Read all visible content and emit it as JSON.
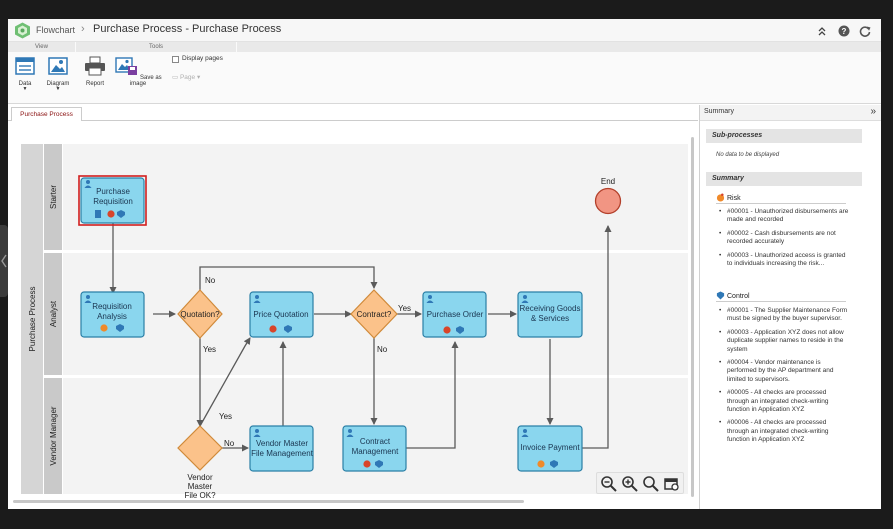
{
  "app": {
    "name": "Flowchart",
    "title": "Purchase Process - Purchase Process"
  },
  "ribbon": {
    "group_view": "View",
    "group_tools": "Tools",
    "data_label": "Data",
    "diagram_label": "Diagram",
    "report_label": "Report",
    "save_image_label": "Save as image",
    "display_pages_label": "Display pages",
    "display_pages_checked": false,
    "page_label": "Page"
  },
  "tabs": [
    "Purchase Process"
  ],
  "diagram": {
    "pool": "Purchase Process",
    "lanes": [
      "Starter",
      "Analyst",
      "Vendor Manager"
    ],
    "nodes": {
      "purchase_requisition": [
        "Purchase",
        "Requisition"
      ],
      "requisition_analysis": [
        "Requisition",
        "Analysis"
      ],
      "quotation": "Quotation?",
      "price_quotation": "Price Quotation",
      "contract": "Contract?",
      "purchase_order": "Purchase Order",
      "receiving_goods": [
        "Receiving Goods",
        "& Services"
      ],
      "end": "End",
      "vendor_master_ok": [
        "Vendor",
        "Master",
        "File OK?"
      ],
      "vendor_master_mgmt": [
        "Vendor Master",
        "File Management"
      ],
      "contract_management": [
        "Contract",
        "Management"
      ],
      "invoice_payment": "Invoice Payment"
    },
    "edge_labels": {
      "yes": "Yes",
      "no": "No"
    },
    "colors": {
      "task": "#8ad6ee",
      "task_border": "#2a7fa6",
      "gateway": "#fbc28a",
      "gateway_border": "#d08a3a",
      "end": "#f19583",
      "selection": "#d21f1f"
    }
  },
  "summary": {
    "title": "Summary",
    "subprocesses_heading": "Sub-processes",
    "no_data": "No data to be displayed",
    "summary_heading": "Summary",
    "risk_heading": "Risk",
    "risks": [
      "#00001 - Unauthorized disbursements are made and recorded",
      "#00002 - Cash disbursements are not recorded accurately",
      "#00003 - Unauthorized access is granted to individuals increasing the risk..."
    ],
    "control_heading": "Control",
    "controls": [
      "#00001 - The Supplier Maintenance Form must be signed by the buyer supervisor.",
      "#00003 - Application XYZ does not allow duplicate supplier names to reside in the system",
      "#00004 - Vendor maintenance is performed by the AP department and limited to supervisors.",
      "#00005 - All checks are processed through an integrated check-writing function in Application XYZ",
      "#00006 - All checks are processed through an integrated check-writing function in Application XYZ"
    ]
  }
}
